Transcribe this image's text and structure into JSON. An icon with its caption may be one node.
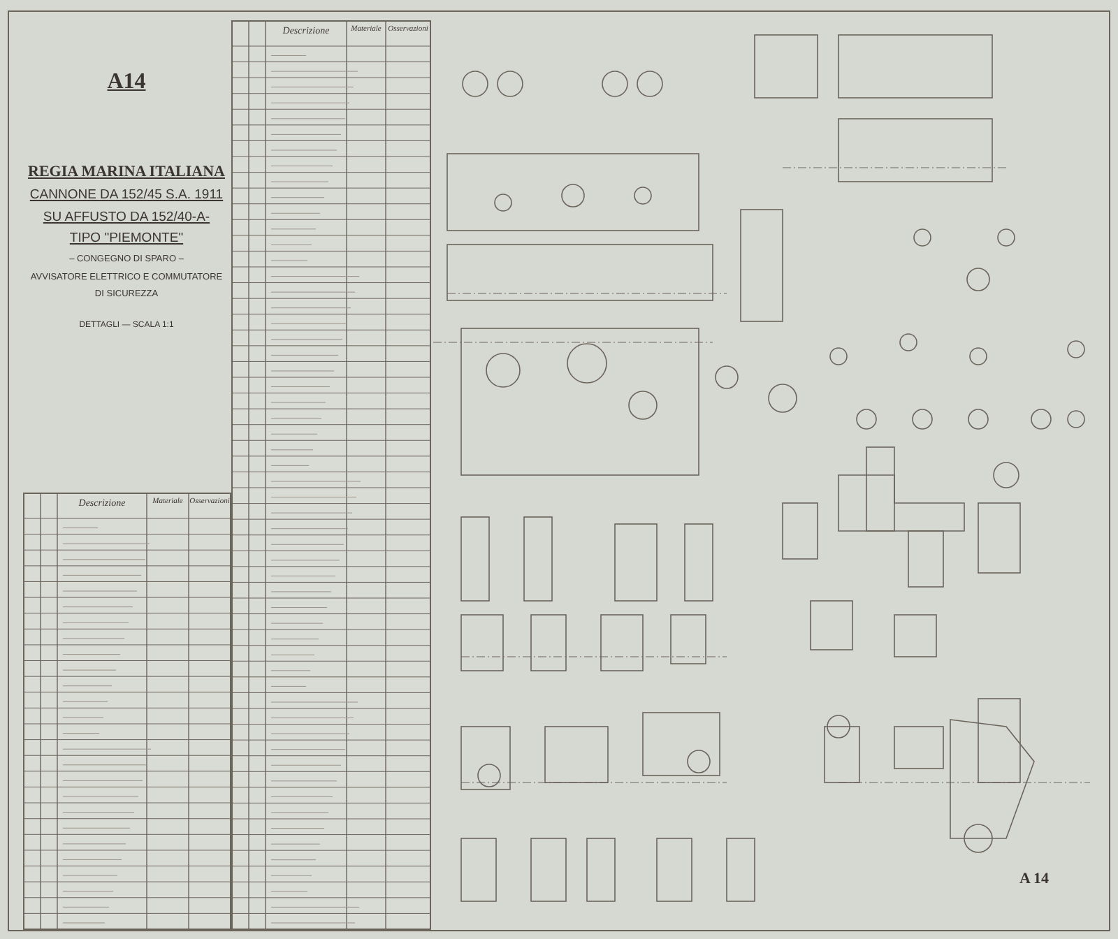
{
  "diagram": {
    "labels": [
      "A14",
      "REGIA MARINA ITALIANA",
      "CANNONE DA 152/45 S.A. 1911",
      "SU AFFUSTO DA 152/40-A-",
      "TIPO \"PIEMONTE\"",
      "– CONGEGNO DI SPARO –",
      "AVVISATORE ELETTRICO E COMMUTATORE DI SICUREZZA",
      "DETTAGLI — SCALA 1:1",
      "Descrizione",
      "Materiale",
      "Osservazioni",
      "Descrizione",
      "Materiale",
      "Osservazioni",
      "A 14"
    ]
  }
}
